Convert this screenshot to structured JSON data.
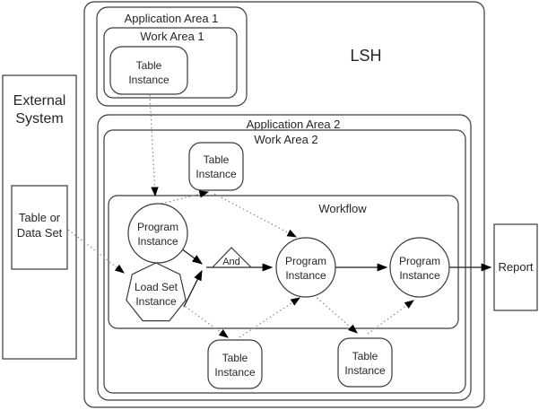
{
  "diagram": {
    "lsh_label": "LSH",
    "external_system": {
      "line1": "External",
      "line2": "System",
      "table_or_data_set": {
        "line1": "Table or",
        "line2": "Data Set"
      }
    },
    "application_area_1": {
      "label": "Application Area 1",
      "work_area_1": {
        "label": "Work Area 1",
        "table_instance": {
          "line1": "Table",
          "line2": "Instance"
        }
      }
    },
    "application_area_2": {
      "label": "Application Area 2",
      "work_area_2": {
        "label": "Work Area 2",
        "table_instance_top": {
          "line1": "Table",
          "line2": "Instance"
        },
        "workflow": {
          "label": "Workflow",
          "program_instance_1": {
            "line1": "Program",
            "line2": "Instance"
          },
          "load_set_instance": {
            "line1": "Load Set",
            "line2": "Instance"
          },
          "and_gate": {
            "label": "And"
          },
          "program_instance_2": {
            "line1": "Program",
            "line2": "Instance"
          },
          "program_instance_3": {
            "line1": "Program",
            "line2": "Instance"
          }
        },
        "table_instance_bottom_left": {
          "line1": "Table",
          "line2": "Instance"
        },
        "table_instance_bottom_right": {
          "line1": "Table",
          "line2": "Instance"
        }
      }
    },
    "report": {
      "label": "Report"
    },
    "colors": {
      "background": "#ffffff",
      "box_border": "#3a3a3a",
      "solid_edge": "#1a1a1a",
      "dotted_edge": "#8a8a8a"
    },
    "connections": [
      {
        "from": "table-instance-work-area-1",
        "to": "program-instance-1",
        "style": "dotted"
      },
      {
        "from": "program-instance-1",
        "to": "table-instance-top",
        "style": "dotted"
      },
      {
        "from": "table-instance-top",
        "to": "program-instance-2",
        "style": "dotted"
      },
      {
        "from": "table-or-data-set",
        "to": "load-set-instance",
        "style": "dotted"
      },
      {
        "from": "load-set-instance",
        "to": "table-instance-bottom-left",
        "style": "dotted"
      },
      {
        "from": "table-instance-bottom-left",
        "to": "program-instance-2",
        "style": "dotted"
      },
      {
        "from": "program-instance-2",
        "to": "table-instance-bottom-right",
        "style": "dotted"
      },
      {
        "from": "table-instance-bottom-right",
        "to": "program-instance-3",
        "style": "dotted"
      },
      {
        "from": "program-instance-1",
        "to": "and-gate",
        "style": "solid"
      },
      {
        "from": "load-set-instance",
        "to": "and-gate",
        "style": "solid"
      },
      {
        "from": "and-gate",
        "to": "program-instance-2",
        "style": "solid"
      },
      {
        "from": "program-instance-2",
        "to": "program-instance-3",
        "style": "solid"
      },
      {
        "from": "program-instance-3",
        "to": "report",
        "style": "solid"
      }
    ]
  }
}
